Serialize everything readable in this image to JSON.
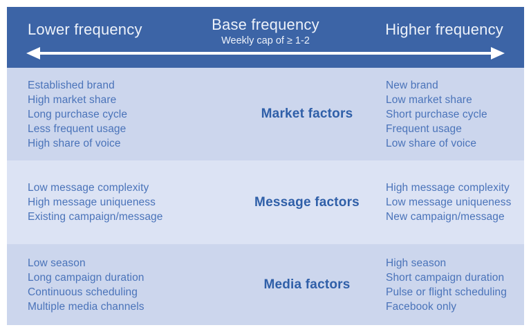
{
  "header": {
    "lower_label": "Lower frequency",
    "base_label": "Base frequency",
    "base_sublabel": "Weekly cap of ≥ 1-2",
    "higher_label": "Higher frequency",
    "arrow_icon": "double-headed-arrow"
  },
  "rows": [
    {
      "title": "Market factors",
      "lower": [
        "Established brand",
        "High market share",
        "Long purchase cycle",
        "Less frequent usage",
        "High share of voice"
      ],
      "higher": [
        "New brand",
        "Low market share",
        "Short purchase cycle",
        "Frequent usage",
        "Low share of voice"
      ]
    },
    {
      "title": "Message factors",
      "lower": [
        "Low message complexity",
        "High message uniqueness",
        "Existing campaign/message"
      ],
      "higher": [
        "High message complexity",
        "Low message uniqueness",
        "New campaign/message"
      ]
    },
    {
      "title": "Media factors",
      "lower": [
        "Low season",
        "Long campaign duration",
        "Continuous scheduling",
        "Multiple media channels"
      ],
      "higher": [
        "High season",
        "Short campaign duration",
        "Pulse or flight scheduling",
        "Facebook only"
      ]
    }
  ],
  "colors": {
    "header_bg": "#3c64a6",
    "header_text": "#edf2fa",
    "row_dark_bg": "#ccd6ed",
    "row_light_bg": "#dce3f4",
    "list_text": "#4a73b9",
    "title_text": "#2f5fa8",
    "arrow": "#ffffff"
  }
}
